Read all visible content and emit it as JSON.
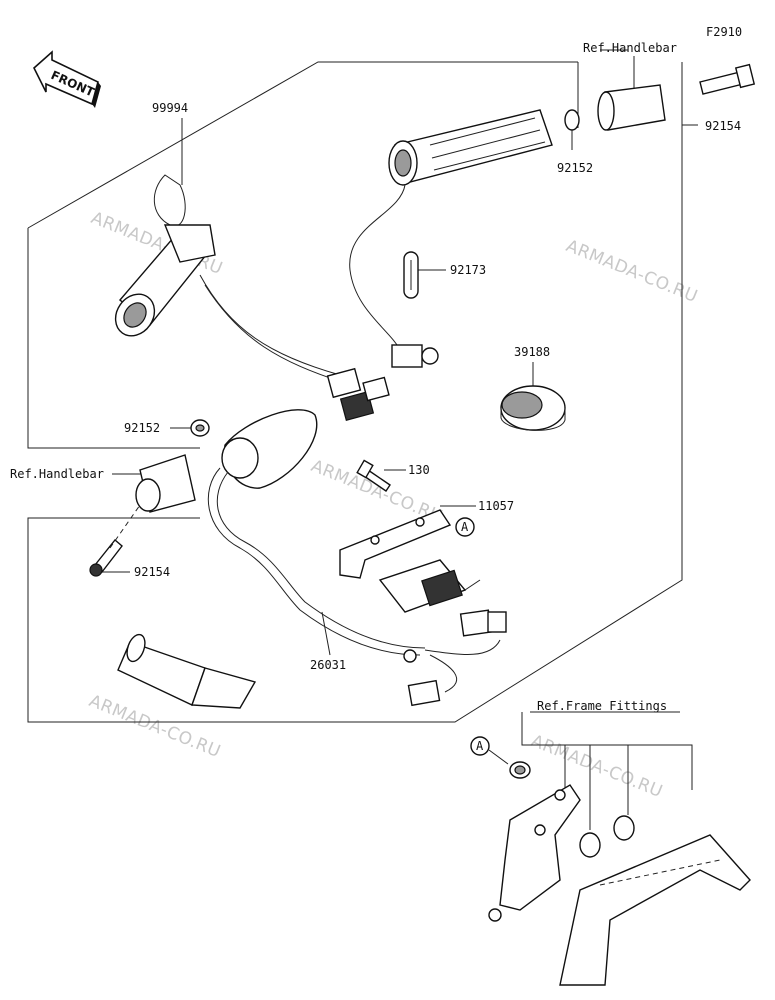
{
  "figure_code": "F2910",
  "front_arrow": {
    "label": "FRONT"
  },
  "watermark_text": "ARMADA-CO.RU",
  "labels": {
    "ref_handlebar_top": "Ref.Handlebar",
    "ref_handlebar_left": "Ref.Handlebar",
    "ref_frame_fittings": "Ref.Frame Fittings",
    "p99994": "99994",
    "p92154_top": "92154",
    "p92152_top": "92152",
    "p92173": "92173",
    "p39188": "39188",
    "p92152_left": "92152",
    "p92154_left": "92154",
    "p130": "130",
    "p11057": "11057",
    "p26031": "26031",
    "ref_a_1": "A",
    "ref_a_2": "A"
  },
  "colors": {
    "line": "#111111",
    "shade": "#9a9a9a",
    "watermark": "#c8c8c8"
  }
}
